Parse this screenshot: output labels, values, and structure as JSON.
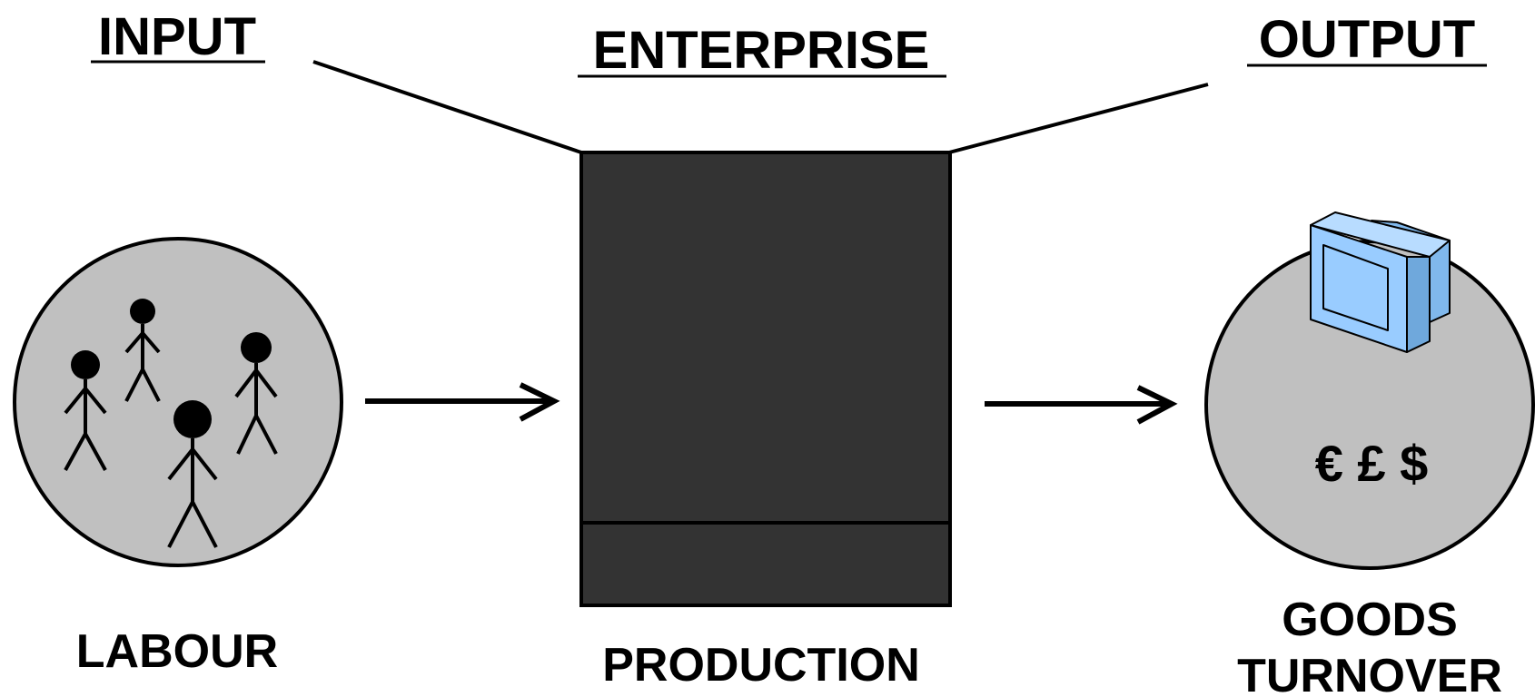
{
  "headings": {
    "input": "INPUT",
    "enterprise": "ENTERPRISE",
    "output": "OUTPUT"
  },
  "labels": {
    "labour": "LABOUR",
    "production": "PRODUCTION",
    "goods": "GOODS",
    "turnover": "TURNOVER"
  },
  "currency_symbols": "€ £ $",
  "colors": {
    "circle_fill": "#c0c0c0",
    "box_fill": "#333333",
    "monitor_fill": "#99ccff",
    "stroke": "#000000"
  },
  "icons": [
    "stick-figure-icon",
    "monitor-icon",
    "arrow-right-icon"
  ]
}
